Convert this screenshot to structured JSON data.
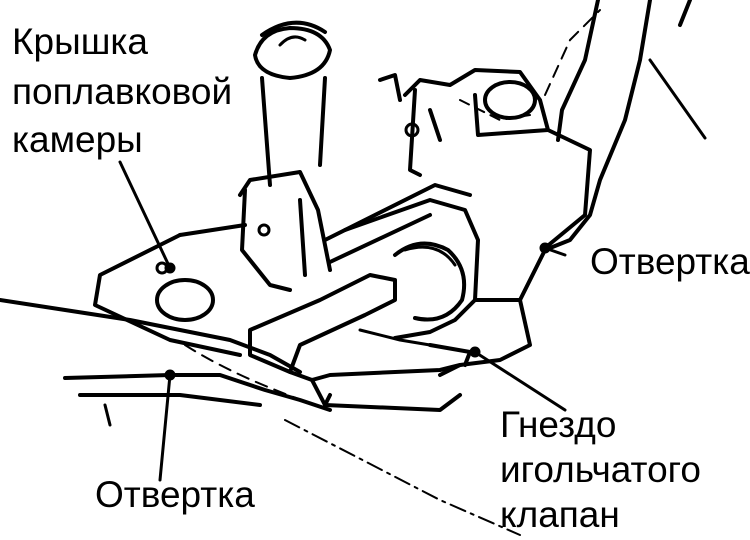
{
  "labels": {
    "float_cover": [
      "Крышка",
      "поплавковой",
      "камеры"
    ],
    "screwdriver_right": "Отвертка",
    "screwdriver_bottom": "Отвертка",
    "needle_seat": [
      "Гнездо",
      "игольчатого",
      "клапан"
    ]
  },
  "colors": {
    "ink": "#000000",
    "paper": "#ffffff"
  }
}
